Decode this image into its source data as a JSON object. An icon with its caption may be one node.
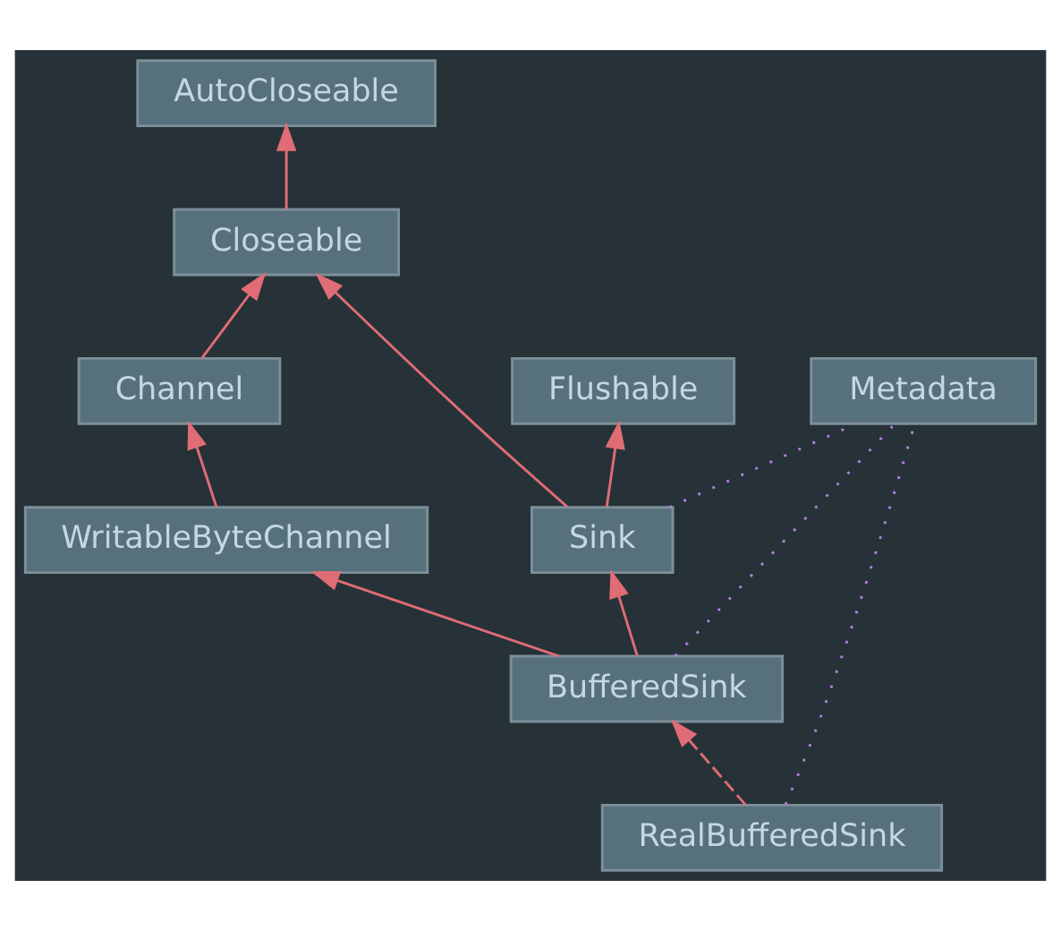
{
  "diagram": {
    "nodes": [
      {
        "text": [
          "AutoCloseable"
        ]
      },
      {
        "text": [
          "Closeable"
        ]
      },
      {
        "text": [
          "Channel"
        ]
      },
      {
        "text": [
          "Flushable"
        ]
      },
      {
        "text": [
          "Metadata"
        ]
      },
      {
        "text": [
          "WritableByteChannel"
        ]
      },
      {
        "text": [
          "Sink"
        ]
      },
      {
        "text": [
          "BufferedSink"
        ]
      },
      {
        "text": [
          "RealBufferedSink"
        ]
      }
    ],
    "edges": [
      {
        "from": 1,
        "to": 0,
        "arrow": "to"
      },
      {
        "from": 2,
        "to": 1,
        "arrow": "to"
      },
      {
        "from": 6,
        "to": 1,
        "arrow": "to"
      },
      {
        "from": 6,
        "to": 3,
        "arrow": "to"
      },
      {
        "from": 5,
        "to": 2,
        "arrow": "to"
      },
      {
        "from": 7,
        "to": 5,
        "arrow": "to"
      },
      {
        "from": 7,
        "to": 6,
        "arrow": "to"
      },
      {
        "from": 8,
        "to": 7,
        "arrow": "to",
        "style": "dashed"
      },
      {
        "from": 6,
        "to": 4,
        "arrow": "none",
        "style": "dashed",
        "color": "#b57edc"
      },
      {
        "from": 7,
        "to": 4,
        "arrow": "none",
        "style": "dashed",
        "color": "#b57edc"
      },
      {
        "from": 8,
        "to": 4,
        "arrow": "none",
        "style": "dashed",
        "color": "#b57edc"
      }
    ]
  }
}
